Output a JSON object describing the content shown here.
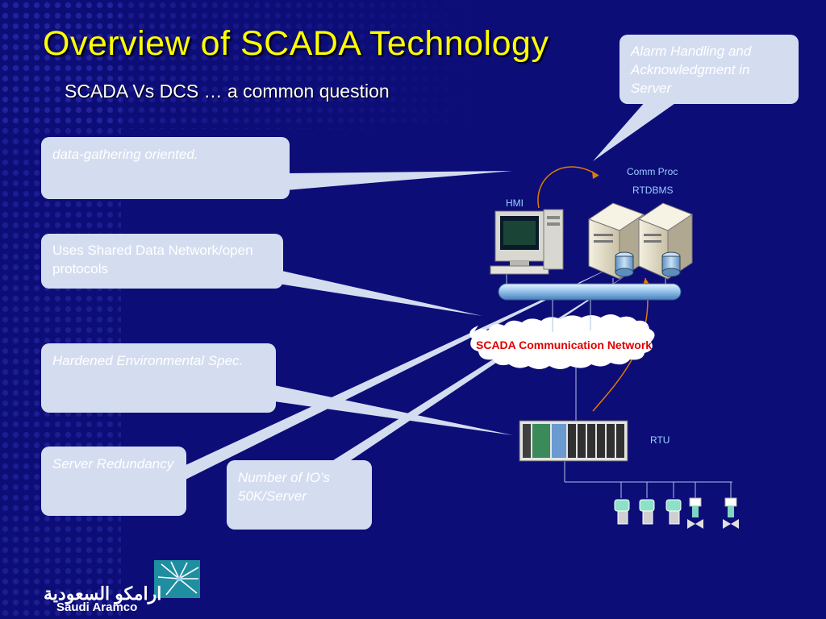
{
  "slide": {
    "title": "Overview of SCADA Technology",
    "subtitle": "SCADA Vs  DCS … a common question"
  },
  "callouts": {
    "alarm": "Alarm Handling and Acknowledgment in Server",
    "data_gathering": "data-gathering oriented.",
    "shared_data": "Uses Shared Data Network/open protocols",
    "hardened": "Hardened Environmental Spec.",
    "redundancy": "Server Redundancy",
    "io_count": "Number of IO’s 50K/Server"
  },
  "diagram": {
    "comm_proc": "Comm Proc",
    "rtdbms": "RTDBMS",
    "hmi": "HMI",
    "network": "SCADA Communication Network",
    "rtu": "RTU"
  },
  "logo": {
    "arabic": "ارامكو السعودية",
    "english": "Saudi Aramco"
  }
}
